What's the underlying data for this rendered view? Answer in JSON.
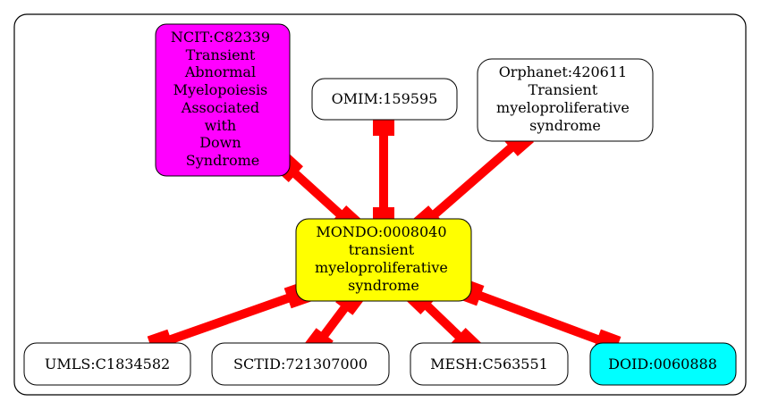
{
  "colors": {
    "edge": "#ff0000",
    "center_fill": "#ffff00",
    "ncit_fill": "#ff00ff",
    "doid_fill": "#00ffff",
    "default_fill": "#ffffff",
    "stroke": "#000000"
  },
  "nodes": {
    "center": {
      "lines": [
        "MONDO:0008040",
        "transient",
        "myeloproliferative",
        "syndrome"
      ]
    },
    "ncit": {
      "lines": [
        "NCIT:C82339",
        "Transient",
        "Abnormal",
        "Myelopoiesis",
        "Associated",
        "with",
        "Down",
        "Syndrome"
      ]
    },
    "omim": {
      "lines": [
        "OMIM:159595"
      ]
    },
    "orphanet": {
      "lines": [
        "Orphanet:420611",
        "Transient",
        "myeloproliferative",
        "syndrome"
      ]
    },
    "umls": {
      "lines": [
        "UMLS:C1834582"
      ]
    },
    "sctid": {
      "lines": [
        "SCTID:721307000"
      ]
    },
    "mesh": {
      "lines": [
        "MESH:C563551"
      ]
    },
    "doid": {
      "lines": [
        "DOID:0060888"
      ]
    }
  }
}
